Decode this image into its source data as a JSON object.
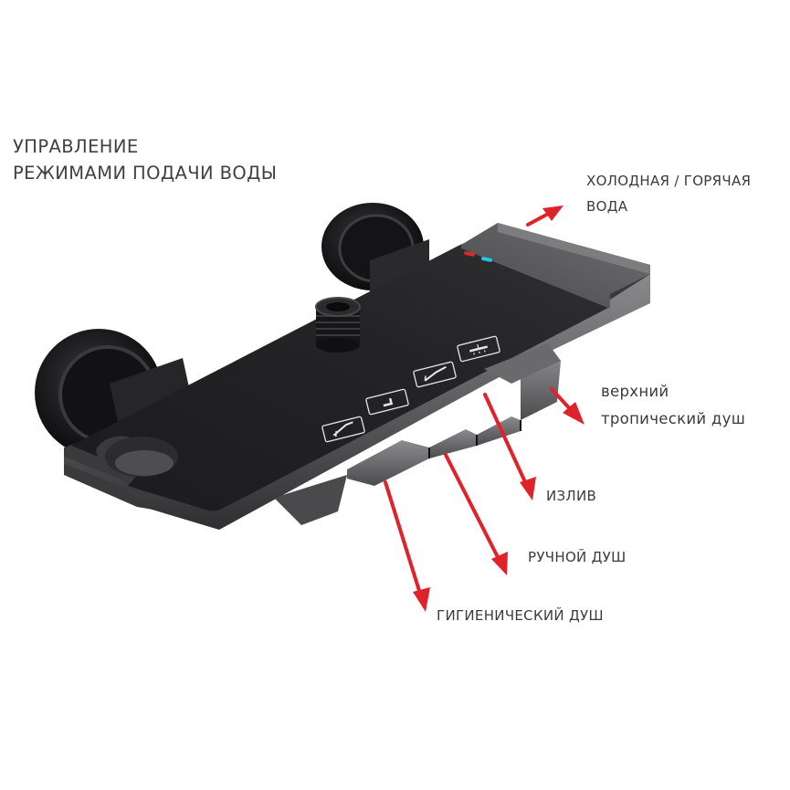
{
  "title": {
    "line1": "УПРАВЛЕНИЕ",
    "line2": "РЕЖИМАМИ ПОДАЧИ ВОДЫ"
  },
  "annotations": [
    {
      "id": "water-temp",
      "line1": "ХОЛОДНАЯ / ГОРЯЧАЯ",
      "line2": "ВОДА"
    },
    {
      "id": "rain-shower",
      "line1": "верхний",
      "line2": "тропический душ"
    },
    {
      "id": "spout",
      "text": "ИЗЛИВ"
    },
    {
      "id": "hand-shower",
      "text": "РУЧНОЙ ДУШ"
    },
    {
      "id": "hygienic-shower",
      "text": "ГИГИЕНИЧЕСКИЙ ДУШ"
    }
  ],
  "device": {
    "buttons": [
      {
        "icon": "hygienic-shower-icon"
      },
      {
        "icon": "spout-icon"
      },
      {
        "icon": "hand-shower-icon"
      },
      {
        "icon": "rain-shower-icon"
      }
    ],
    "indicators": [
      {
        "name": "hot-indicator",
        "color": "#e0262b"
      },
      {
        "name": "cold-indicator",
        "color": "#1ec8e6"
      }
    ]
  },
  "colors": {
    "arrow": "#e0232a",
    "body": "#1f1f21",
    "text": "#3b3b3b"
  }
}
